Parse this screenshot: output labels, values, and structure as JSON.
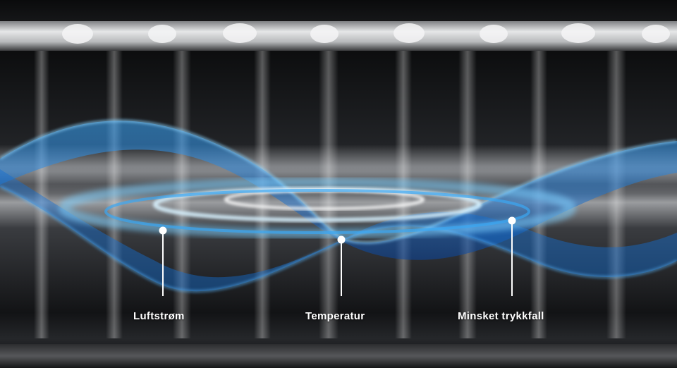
{
  "callouts": [
    {
      "id": "airflow",
      "label": "Luftstrøm"
    },
    {
      "id": "temperature",
      "label": "Temperatur"
    },
    {
      "id": "pressure",
      "label": "Minsket trykkfall"
    }
  ],
  "colors": {
    "background": "#0c0d0f",
    "tube_dark": "#16181b",
    "tube_light": "#d8dadc",
    "flow_blue": "#1f8fe0",
    "flow_glow": "#7fd0ff",
    "leader_line": "#ffffff"
  },
  "icons": [
    "finned-tube-illustration",
    "air-flow-wave",
    "swirl-rings"
  ]
}
